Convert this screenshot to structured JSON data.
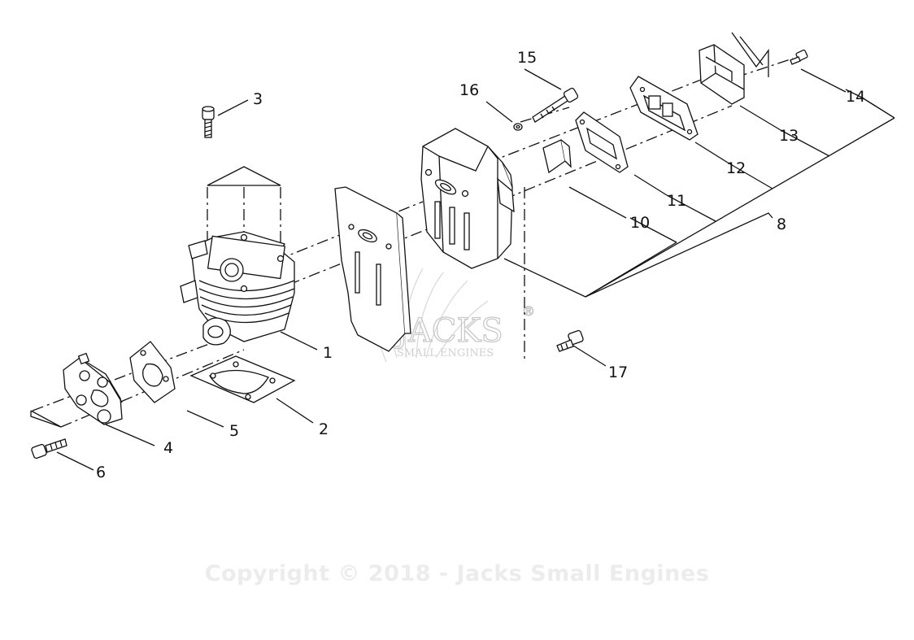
{
  "callouts": [
    {
      "num": "1"
    },
    {
      "num": "2"
    },
    {
      "num": "3"
    },
    {
      "num": "4"
    },
    {
      "num": "5"
    },
    {
      "num": "6"
    },
    {
      "num": "8"
    },
    {
      "num": "10"
    },
    {
      "num": "11"
    },
    {
      "num": "12"
    },
    {
      "num": "13"
    },
    {
      "num": "14"
    },
    {
      "num": "15"
    },
    {
      "num": "16"
    },
    {
      "num": "17"
    }
  ],
  "watermark": {
    "brand": "JACKS",
    "sub": "SMALL ENGINES",
    "registered": "®"
  },
  "copyright": "Copyright © 2018 - Jacks Small Engines"
}
